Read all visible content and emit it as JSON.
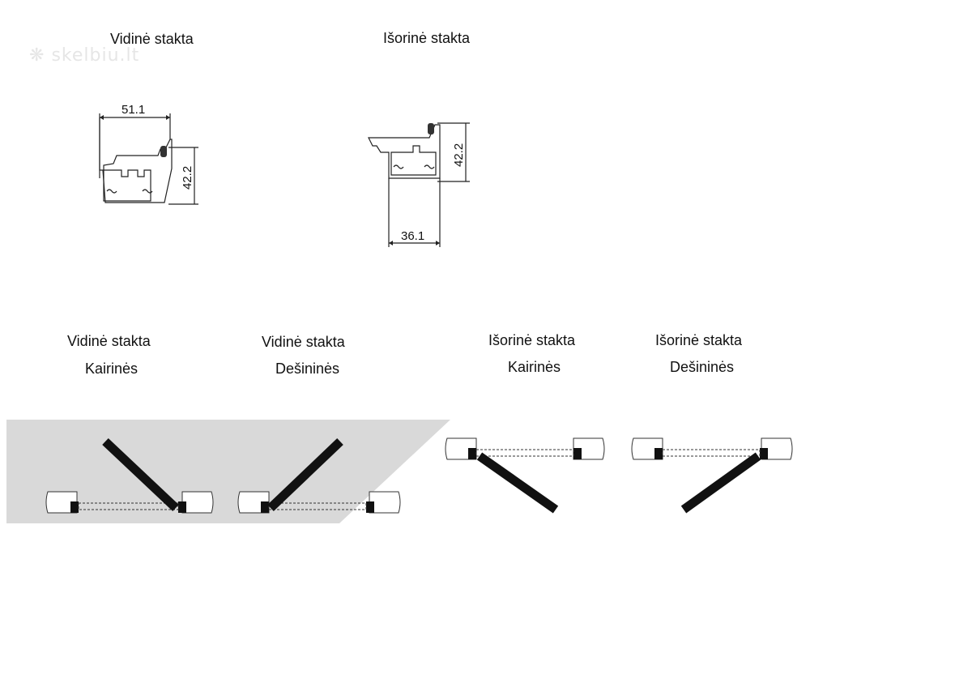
{
  "watermark": "skelbiu.lt",
  "top": {
    "left_profile": {
      "title": "Vidinė stakta",
      "width_dim": "51.1",
      "height_dim": "42.2"
    },
    "right_profile": {
      "title": "Išorinė stakta",
      "width_dim": "36.1",
      "height_dim": "42.2"
    }
  },
  "bottom": {
    "d1": {
      "line1": "Vidinė stakta",
      "line2": "Kairinės"
    },
    "d2": {
      "line1": "Vidinė stakta",
      "line2": "Dešininės"
    },
    "d3": {
      "line1": "Išorinė stakta",
      "line2": "Kairinės"
    },
    "d4": {
      "line1": "Išorinė stakta",
      "line2": "Dešininės"
    }
  },
  "colors": {
    "panel": "#d9d9d9",
    "door": "#111111",
    "line": "#222222"
  }
}
